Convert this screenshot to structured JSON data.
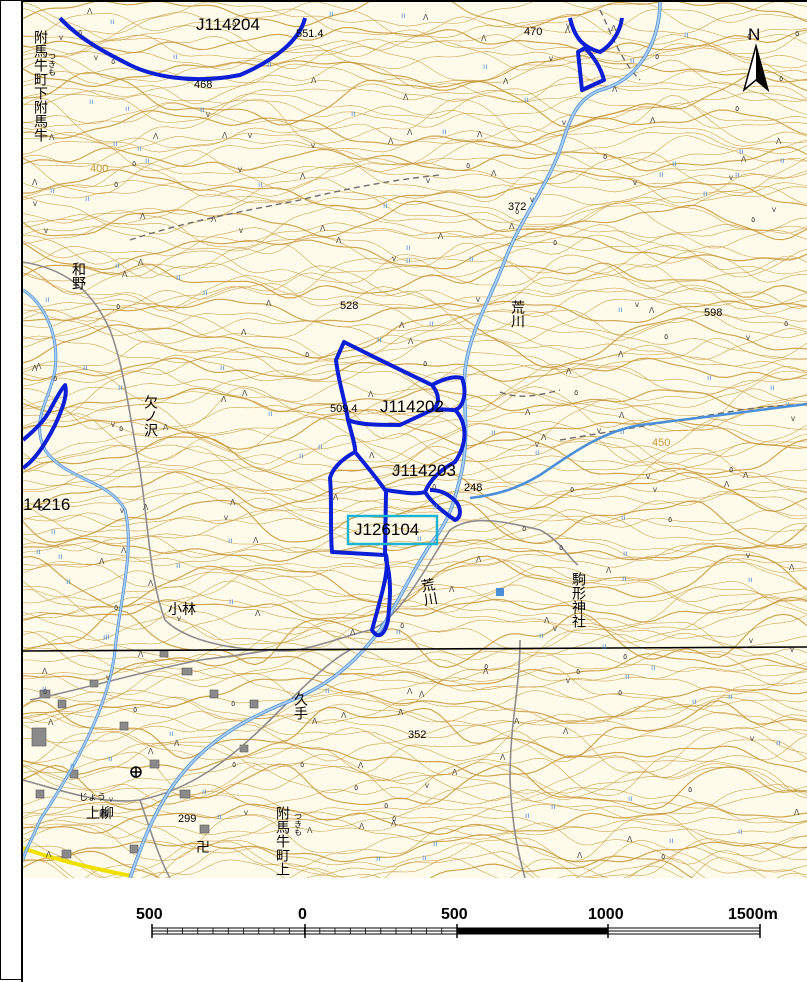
{
  "north": {
    "label": "N"
  },
  "forest_units": [
    "J114204",
    "J114202",
    "J114203",
    "J126104",
    "14216"
  ],
  "selected_unit": "J126104",
  "elevations": [
    "551.4",
    "470",
    "468",
    "372",
    "528",
    "598",
    "509.4",
    "248",
    "352",
    "299"
  ],
  "contour_labels": [
    "400",
    "450"
  ],
  "places": {
    "tsukumo_top_ruby": "つきも",
    "tsukumo_top": "附馬牛町下附馬牛",
    "wano": "和野",
    "kakenosawa": "欠ノ沢",
    "arakawa_river_n": "荒川",
    "arakawa_river_s": "荒川",
    "komagata_shrine": "駒形神社",
    "kobayashi": "小林",
    "kute": "久手",
    "kamiyanagi_ruby": "じょう",
    "kamiyanagi": "上柳",
    "tsukumo_bottom_ruby": "つきも",
    "tsukumo_bottom": "附馬牛町上"
  },
  "scale_bar": {
    "labels": [
      "500",
      "0",
      "500",
      "1000",
      "1500m"
    ]
  },
  "colors": {
    "contour": "#c8963c",
    "boundary": "#0a1fd6",
    "river": "#4a8fd8",
    "river_fill": "#a9cdf0",
    "highlight": "#1cb4d2",
    "road_yellow": "#f0e000",
    "background": "#fffbea"
  }
}
